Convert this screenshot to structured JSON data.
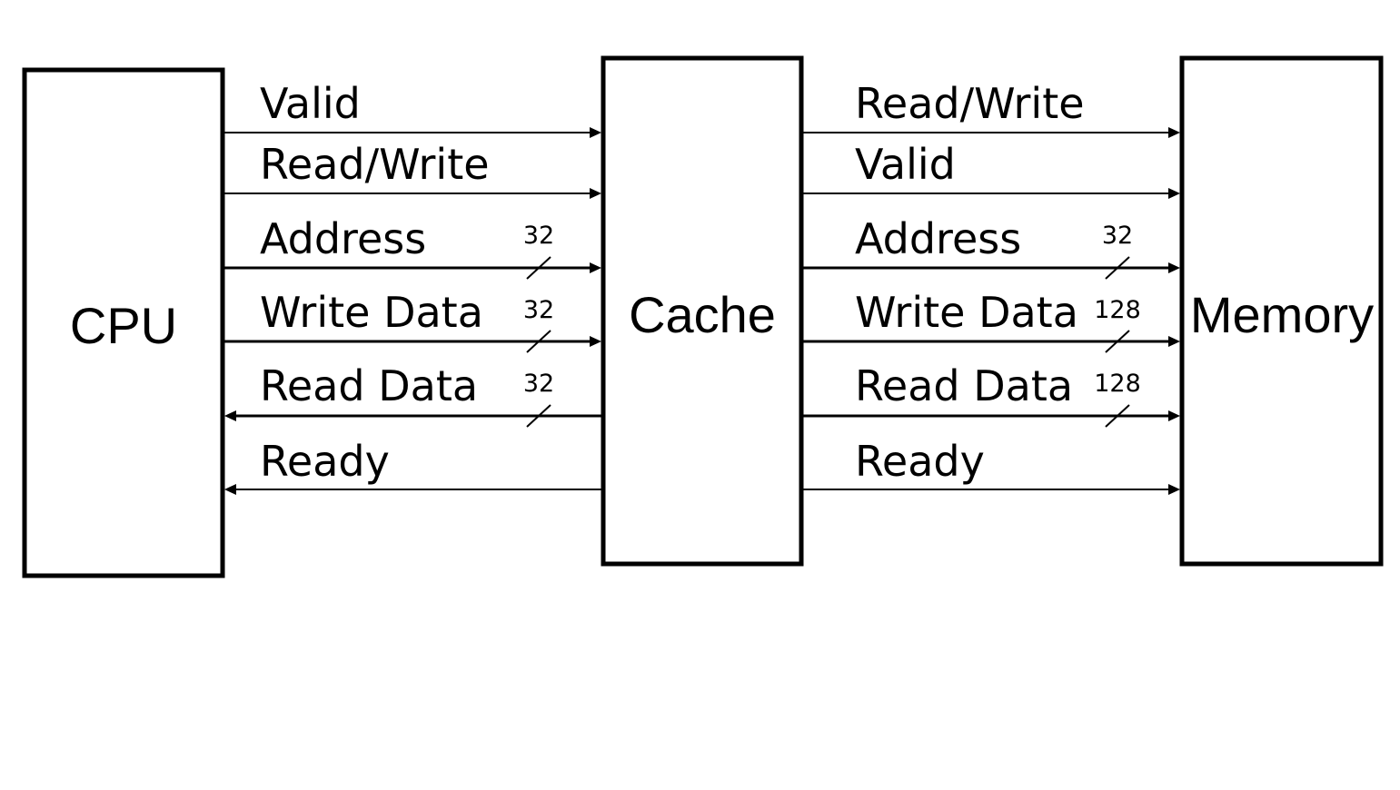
{
  "blocks": {
    "cpu": "CPU",
    "cache": "Cache",
    "memory": "Memory"
  },
  "cpu_cache_signals": [
    {
      "label": "Valid",
      "direction": "to-cache",
      "bus_width": null
    },
    {
      "label": "Read/Write",
      "direction": "to-cache",
      "bus_width": null
    },
    {
      "label": "Address",
      "direction": "to-cache",
      "bus_width": "32"
    },
    {
      "label": "Write Data",
      "direction": "to-cache",
      "bus_width": "32"
    },
    {
      "label": "Read Data",
      "direction": "to-cpu",
      "bus_width": "32"
    },
    {
      "label": "Ready",
      "direction": "to-cpu",
      "bus_width": null
    }
  ],
  "cache_memory_signals": [
    {
      "label": "Read/Write",
      "direction": "to-memory",
      "bus_width": null
    },
    {
      "label": "Valid",
      "direction": "to-memory",
      "bus_width": null
    },
    {
      "label": "Address",
      "direction": "to-memory",
      "bus_width": "32"
    },
    {
      "label": "Write Data",
      "direction": "to-memory",
      "bus_width": "128"
    },
    {
      "label": "Read Data",
      "direction": "to-cache",
      "bus_width": "128"
    },
    {
      "label": "Ready",
      "direction": "to-cache",
      "bus_width": null
    }
  ]
}
